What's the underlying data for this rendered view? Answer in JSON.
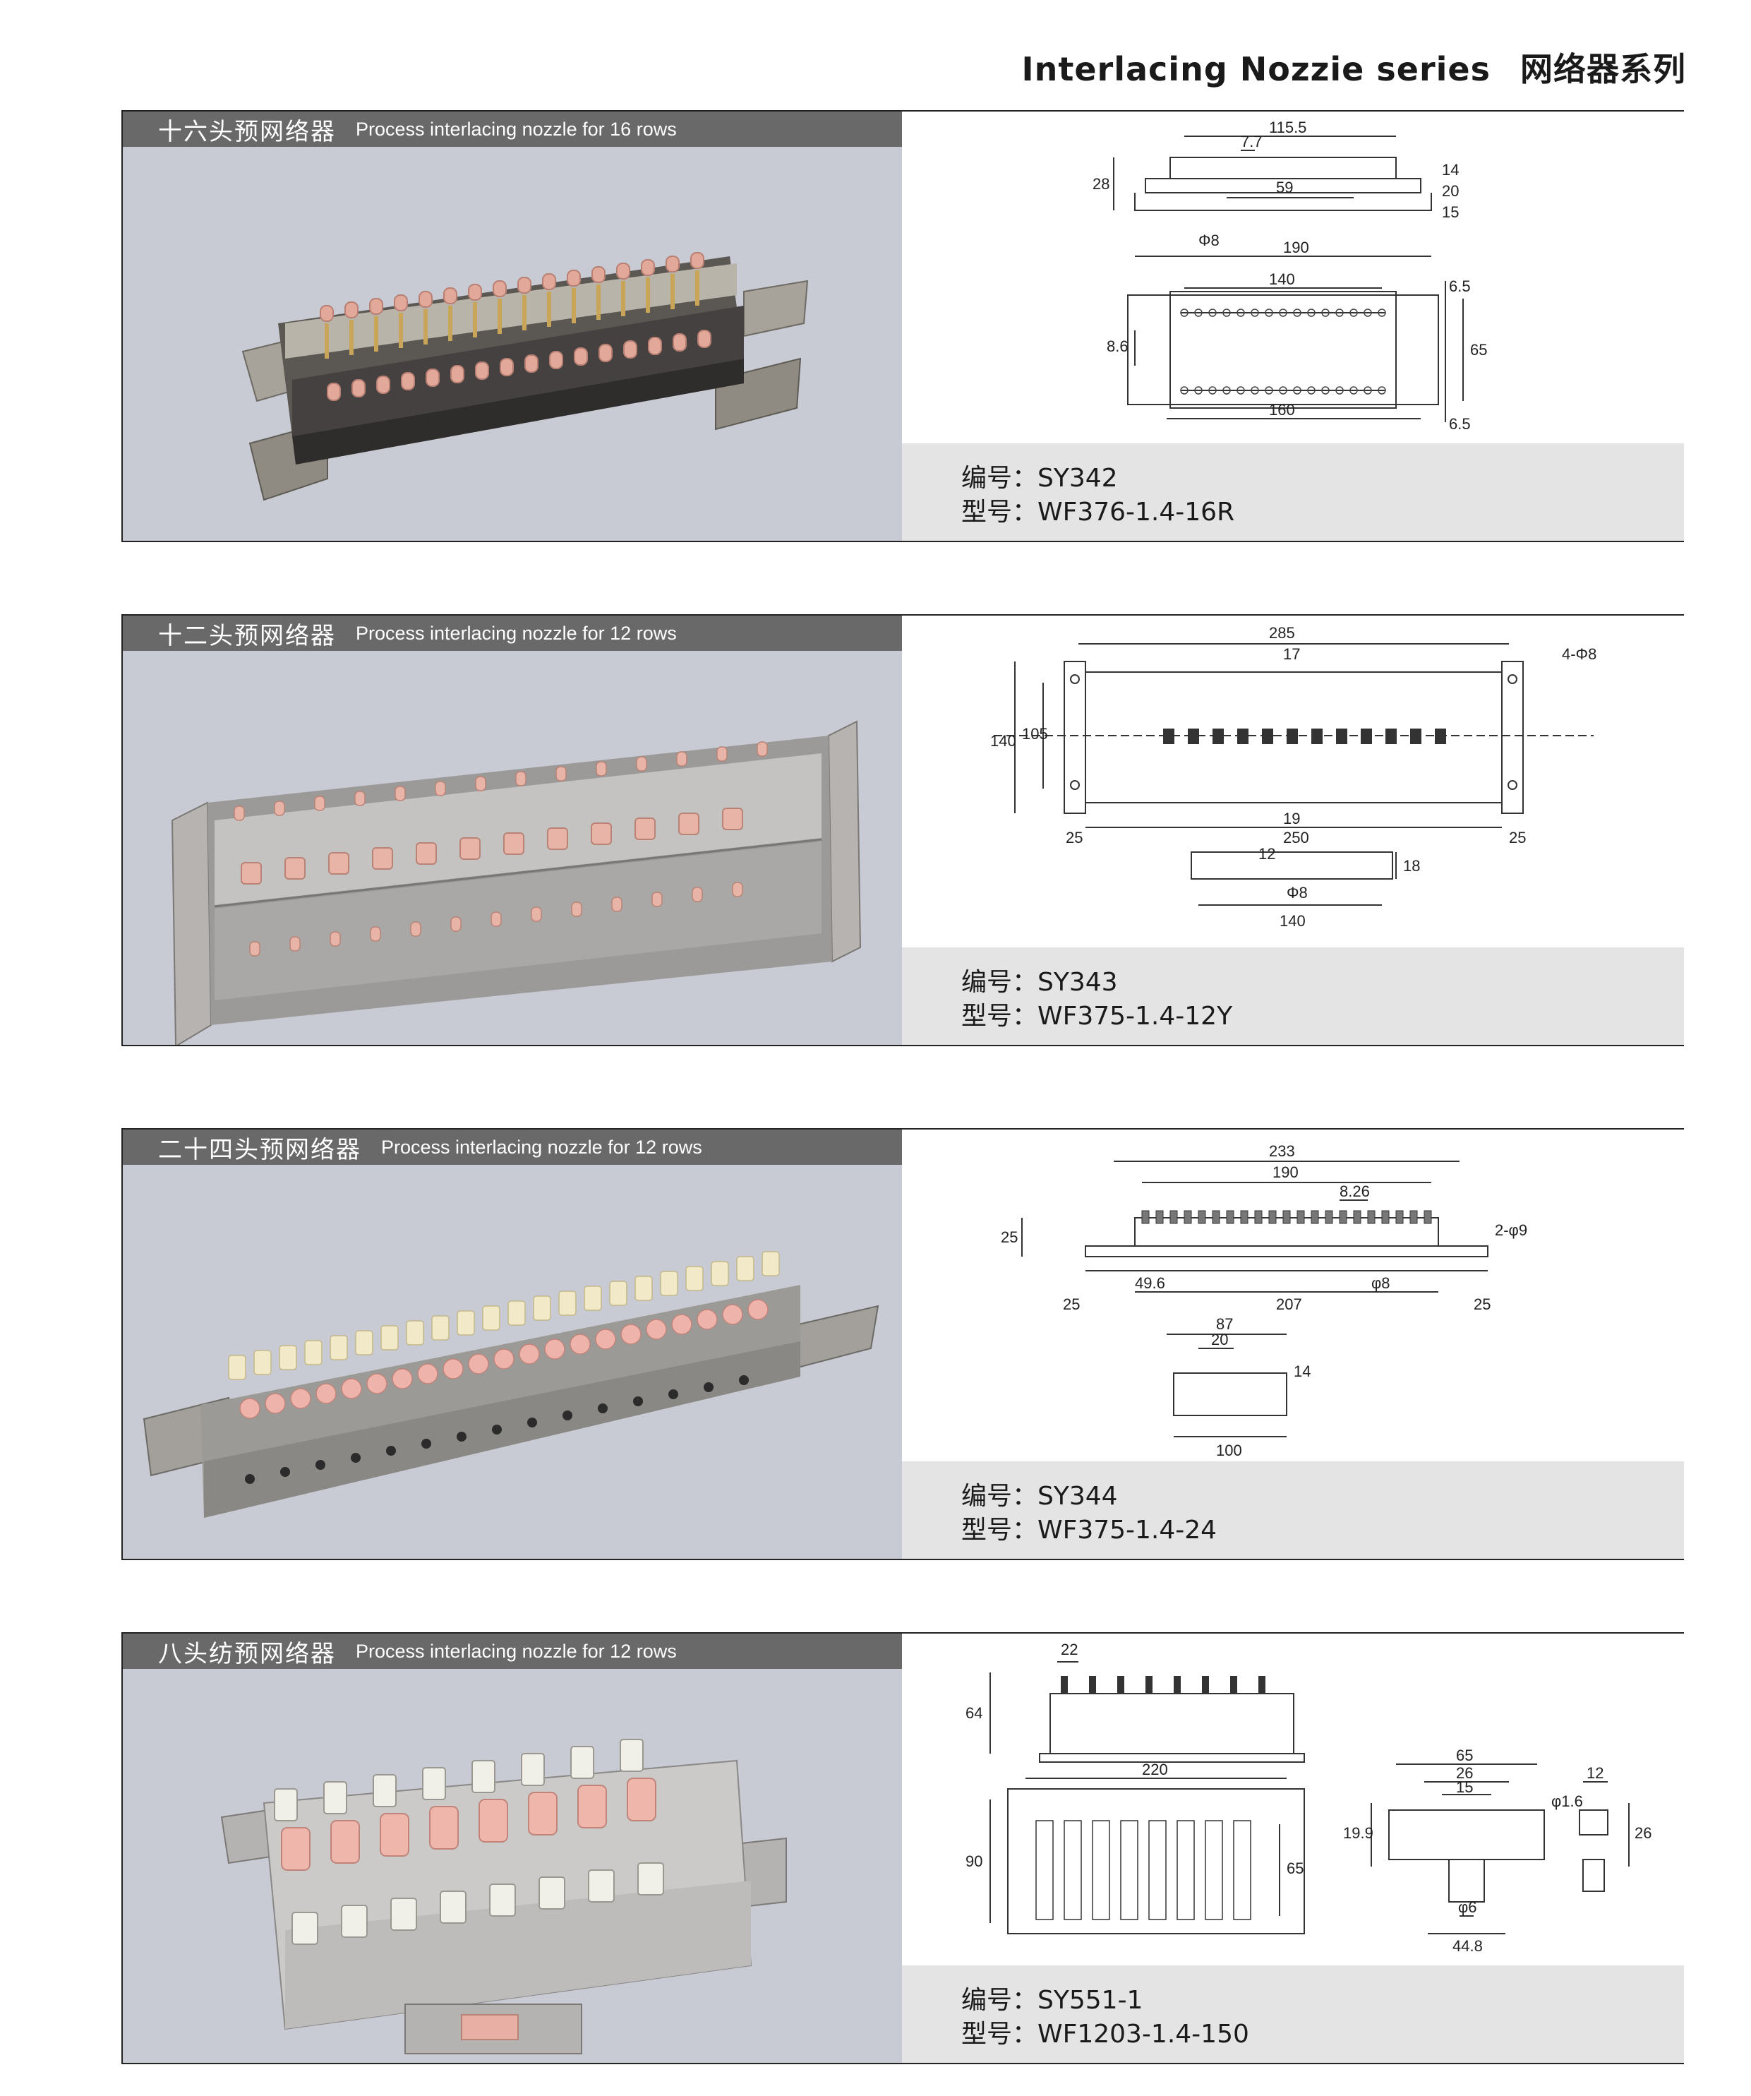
{
  "page": {
    "title_en": "Interlacing Nozzie series",
    "title_cn": "网络器系列"
  },
  "products": [
    {
      "title_cn": "十六头预网络器",
      "title_en": "Process interlacing nozzle for 16 rows",
      "code_label": "编号：",
      "code": "SY342",
      "model_label": "型号：",
      "model": "WF376-1.4-16R",
      "dims": {
        "a": "115.5",
        "b": "7.7",
        "c": "59",
        "d": "Φ8",
        "e": "190",
        "f": "28",
        "g": "14",
        "h": "20",
        "i": "15",
        "j": "140",
        "k": "6.5",
        "l": "8.6",
        "m": "65",
        "n": "160",
        "o": "6.5"
      }
    },
    {
      "title_cn": "十二头预网络器",
      "title_en": "Process interlacing nozzle for 12 rows",
      "code_label": "编号：",
      "code": "SY343",
      "model_label": "型号：",
      "model": "WF375-1.4-12Y",
      "dims": {
        "a": "285",
        "b": "17",
        "c": "4-Φ8",
        "d": "140",
        "e": "105",
        "f": "19",
        "g": "250",
        "h": "25",
        "i": "25",
        "j": "12",
        "k": "18",
        "l": "Φ8",
        "m": "140"
      }
    },
    {
      "title_cn": "二十四头预网络器",
      "title_en": "Process interlacing nozzle for 12 rows",
      "code_label": "编号：",
      "code": "SY344",
      "model_label": "型号：",
      "model": "WF375-1.4-24",
      "dims": {
        "a": "233",
        "b": "190",
        "c": "8.26",
        "d": "25",
        "e": "2-φ9",
        "f": "49.6",
        "g": "φ8",
        "h": "25",
        "i": "207",
        "j": "25",
        "k": "87",
        "l": "20",
        "m": "14",
        "n": "100"
      }
    },
    {
      "title_cn": "八头纺预网络器",
      "title_en": "Process interlacing nozzle for 12 rows",
      "code_label": "编号：",
      "code": "SY551-1",
      "model_label": "型号：",
      "model": "WF1203-1.4-150",
      "dims": {
        "a": "22",
        "b": "64",
        "c": "220",
        "d": "90",
        "e": "65",
        "f": "65",
        "g": "26",
        "h": "15",
        "i": "19.9",
        "j": "φ6",
        "k": "44.8",
        "l": "12",
        "m": "φ1.6",
        "n": "26"
      }
    }
  ]
}
